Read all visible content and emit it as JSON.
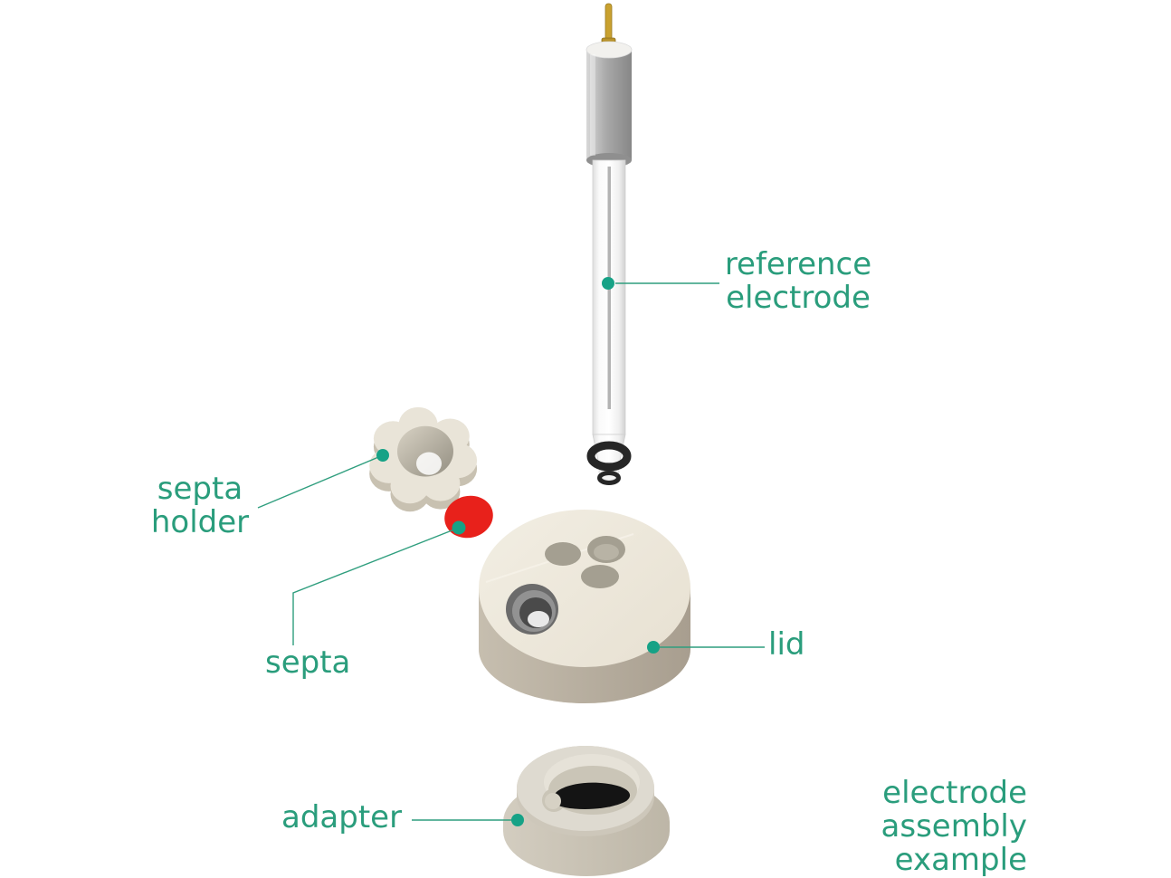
{
  "diagram": {
    "caption": "electrode\nassembly\nexample",
    "labels": {
      "reference_electrode": "reference\nelectrode",
      "septa_holder": "septa\nholder",
      "septa": "septa",
      "lid": "lid",
      "adapter": "adapter"
    }
  },
  "colors": {
    "label_text": "#2a9d7c",
    "leader_line": "#2f9e7e",
    "leader_dot": "#16a286",
    "septa_red": "#e8211b",
    "part_beige": "#e9e4d8",
    "part_beige_shade": "#b5ab9c",
    "electrode_cap_gray": "#a6a6a6",
    "glass_white": "#fbfbfb",
    "pin_gold": "#c9a12f",
    "oring_black": "#262626",
    "background": "#ffffff"
  }
}
